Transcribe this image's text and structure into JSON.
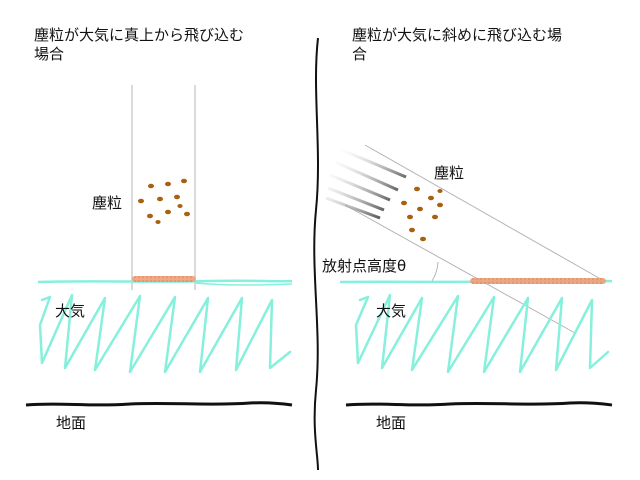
{
  "left_panel": {
    "title": "塵粒が大気に真上から飛び込む場合",
    "dust_label": "塵粒",
    "atmosphere_label": "大気",
    "ground_label": "地面"
  },
  "right_panel": {
    "title": "塵粒が大気に斜めに飛び込む場合",
    "dust_label": "塵粒",
    "angle_label": "放射点高度θ",
    "atmosphere_label": "大気",
    "ground_label": "地面"
  },
  "colors": {
    "atmosphere": "#86f0dc",
    "dust": "#a8620f",
    "impact_band": "#f0a078",
    "ground": "#111111",
    "guide_lines": "#b4b4b4",
    "streak_dark": "#555555"
  }
}
